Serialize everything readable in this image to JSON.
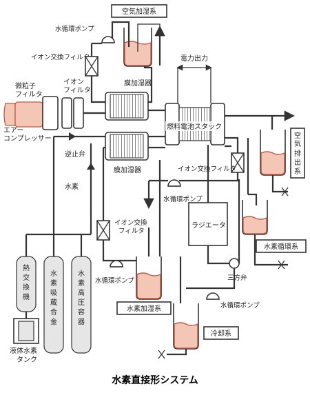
{
  "title": "水素直接形システム",
  "labels": {
    "air_humid_system": "空気加湿系",
    "water_pump_top": "水循環ポンプ",
    "ion_filter_top": "イオン交換フィルタ",
    "ion_filter_left": [
      "イオン",
      "フィルタ"
    ],
    "particle_filter": [
      "微粒子",
      "フィルタ"
    ],
    "membrane_humidifier_top": "膜加湿器",
    "power_output": "電力出力",
    "air_compressor": [
      "エアー",
      "コンプレッサー"
    ],
    "fuel_cell_stack": "燃料電池スタック",
    "air_exhaust": [
      "空",
      "気",
      "排",
      "出",
      "系"
    ],
    "check_valve": "逆止弁",
    "membrane_humidifier_bottom": "膜加湿器",
    "ion_filter_right": "イオン交換フィルタ",
    "hydrogen": "水素",
    "water_pump_mid": "水循環ポンプ",
    "ion_filter_lower": [
      "イオン交換",
      "フィルタ"
    ],
    "radiator": "ラジエータ",
    "hydrogen_circulation": "水素循環系",
    "water_pump_lower": "水循環ポンプ",
    "three_way_valve": "三方弁",
    "heat_exchanger": [
      "熱",
      "交",
      "換",
      "機"
    ],
    "hydrogen_alloy": [
      "水",
      "素",
      "吸",
      "蔵",
      "合",
      "金"
    ],
    "hydrogen_hp": [
      "水",
      "素",
      "高",
      "圧",
      "容",
      "器"
    ],
    "hydrogen_humid_system": "水素加湿系",
    "water_pump_cooling": "水循環ポンプ",
    "cooling_system": "冷却系",
    "liquid_hydrogen_tank": [
      "液体水素",
      "タンク"
    ]
  }
}
